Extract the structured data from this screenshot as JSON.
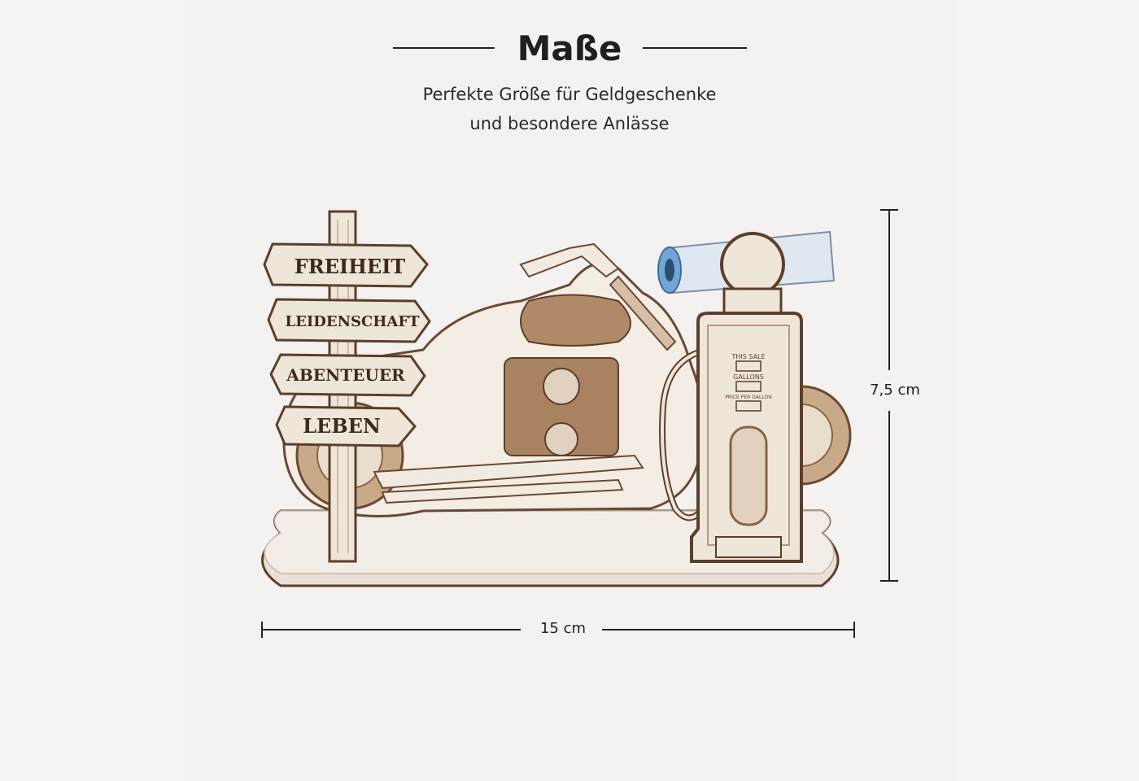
{
  "header": {
    "title": "Maße",
    "subtitle_line1": "Perfekte Größe für Geldgeschenke",
    "subtitle_line2": "und besondere Anlässe"
  },
  "dimensions": {
    "width_label": "15 cm",
    "height_label": "7,5 cm"
  },
  "product": {
    "signs": [
      "FREIHEIT",
      "LEIDENSCHAFT",
      "ABENTEUER",
      "LEBEN"
    ],
    "pump_labels": [
      "THIS SALE",
      "GALLONS",
      "PRICE PER GALLON"
    ]
  },
  "colors": {
    "wood_light": "#efe6da",
    "wood_engrave": "#9b7452",
    "wood_dark": "#5c3f2a",
    "banknote": "#6fa6d6"
  }
}
